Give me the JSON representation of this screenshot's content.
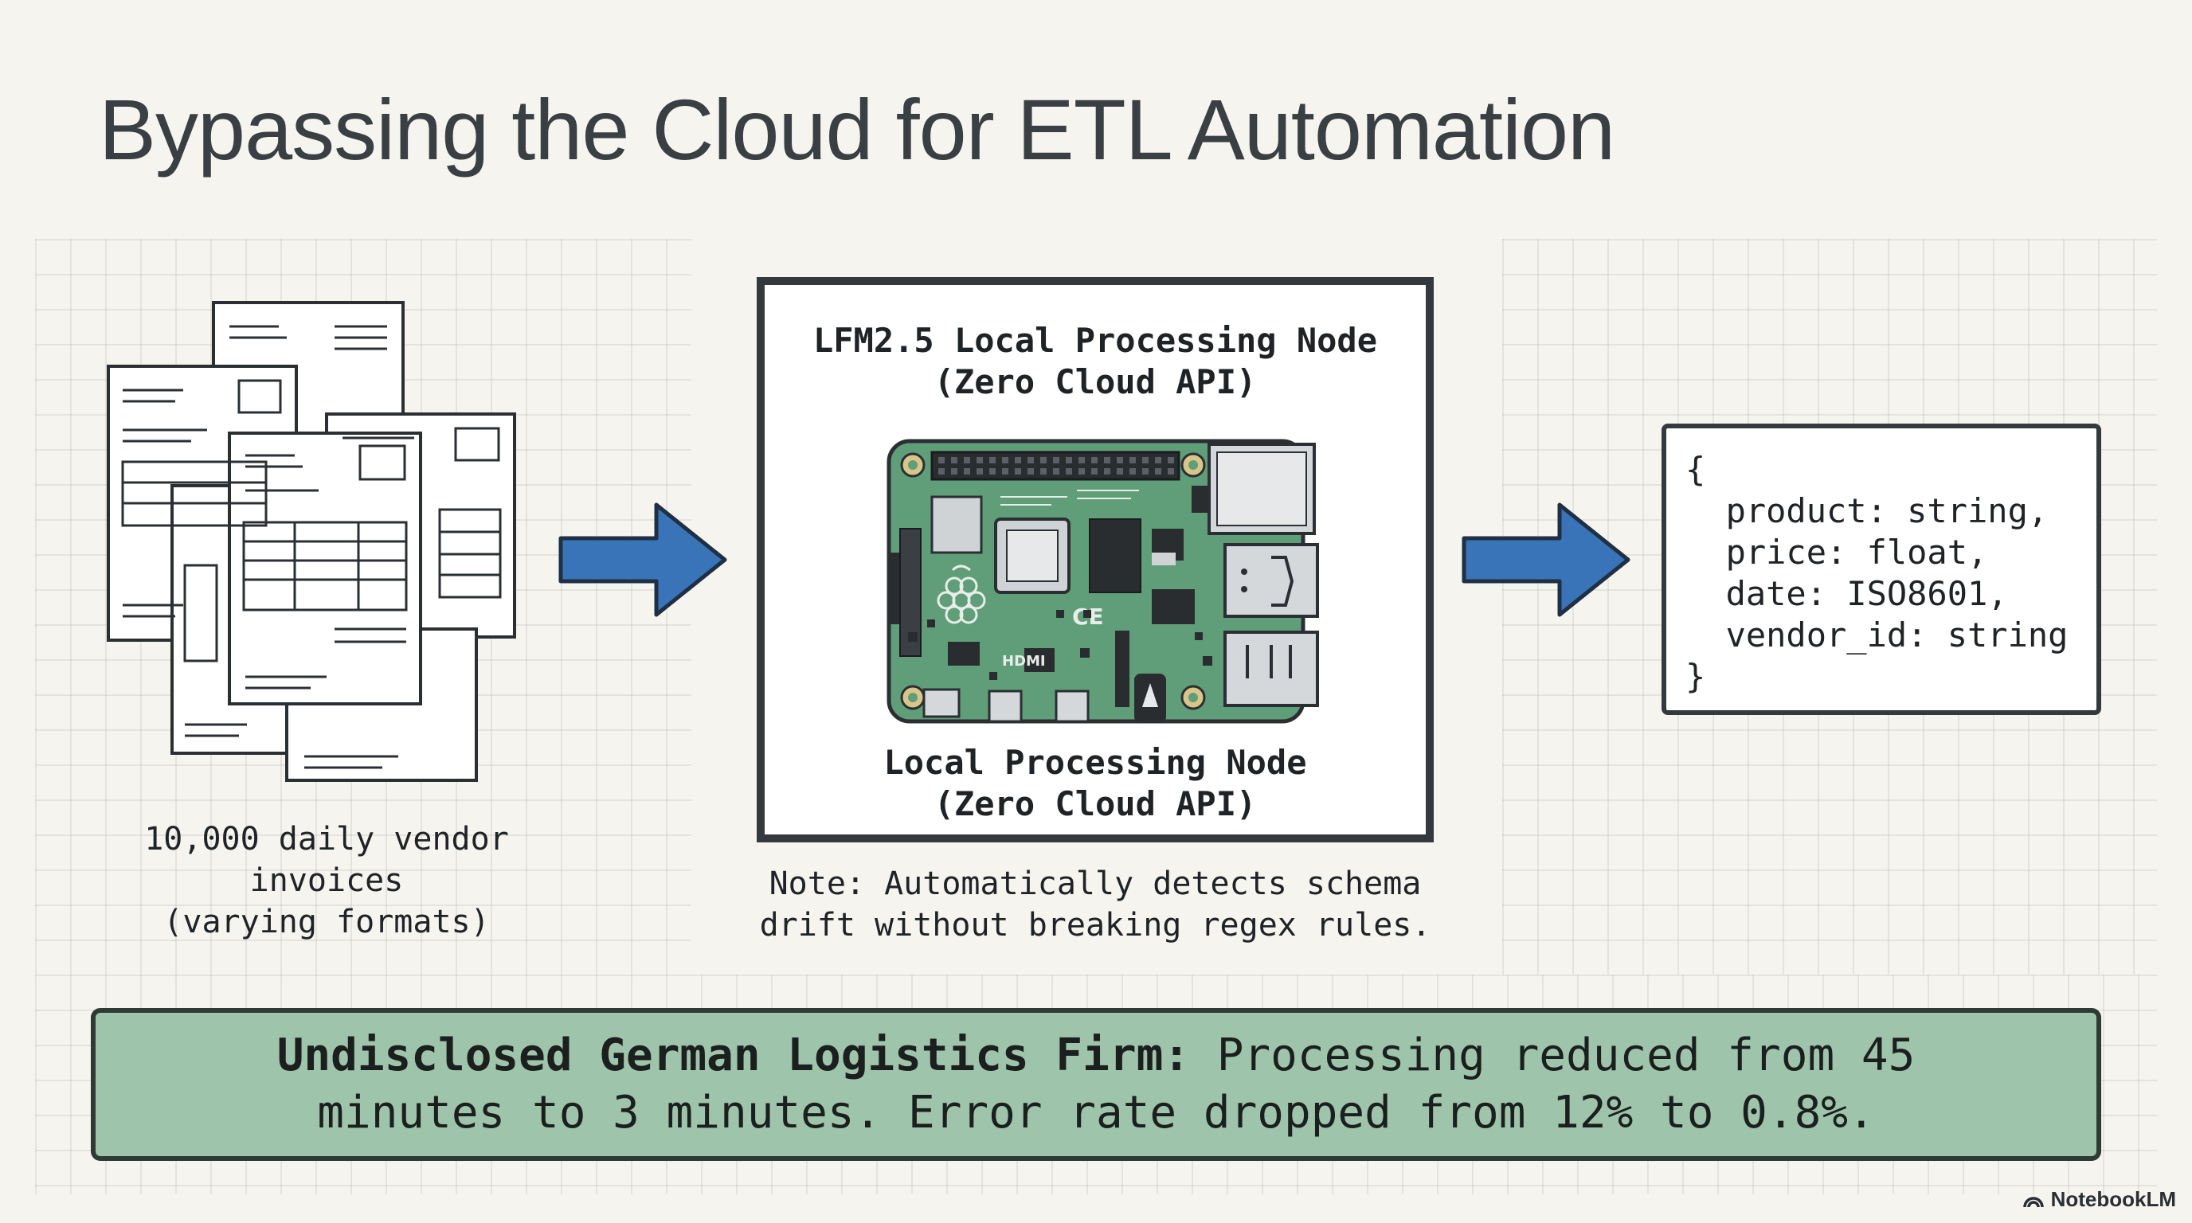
{
  "title": "Bypassing the Cloud for ETL Automation",
  "input": {
    "caption": "10,000 daily vendor\ninvoices\n(varying formats)"
  },
  "node": {
    "title": "LFM2.5 Local Processing Node\n(Zero Cloud API)",
    "subtitle": "Local Processing Node\n(Zero Cloud API)",
    "board_markings": {
      "ce": "CE",
      "hdmi": "HDMI"
    },
    "note": "Note: Automatically detects schema\ndrift without breaking regex rules."
  },
  "schema": {
    "lines": [
      "{",
      "  product: string,",
      "  price: float,",
      "  date: ISO8601,",
      "  vendor_id: string",
      "}"
    ]
  },
  "banner": {
    "label": "Undisclosed German Logistics Firm:",
    "text": " Processing reduced from 45 minutes to 3 minutes. Error rate dropped from 12% to 0.8%."
  },
  "brand": {
    "name": "NotebookLM"
  },
  "colors": {
    "arrow": "#3a74b8",
    "board": "#5f9e78",
    "banner": "#9fc4ac",
    "frame": "#34393e"
  }
}
